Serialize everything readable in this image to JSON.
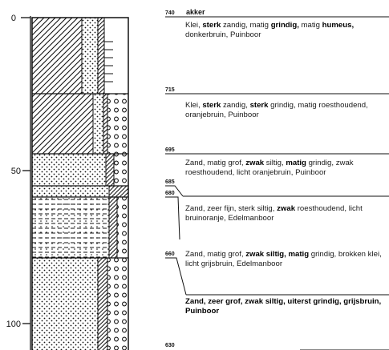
{
  "depth_axis": {
    "ticks": [
      {
        "label": "0",
        "value": 0
      },
      {
        "label": "50",
        "value": 50
      },
      {
        "label": "100",
        "value": 100
      }
    ]
  },
  "layer_codes": [
    {
      "code": "740"
    },
    {
      "code": "715"
    },
    {
      "code": "695"
    },
    {
      "code": "685"
    },
    {
      "code": "680"
    },
    {
      "code": "660"
    },
    {
      "code": "630"
    }
  ],
  "landuse": "akker",
  "descriptions": [
    {
      "id": "d1",
      "segments": [
        {
          "t": "Klei, ",
          "b": false
        },
        {
          "t": "sterk",
          "b": true
        },
        {
          "t": " zandig, matig ",
          "b": false
        },
        {
          "t": "grindig,",
          "b": true
        },
        {
          "t": " matig ",
          "b": false
        },
        {
          "t": "humeus,",
          "b": true
        },
        {
          "t": " donkerbruin, Puinboor",
          "b": false
        }
      ]
    },
    {
      "id": "d2",
      "segments": [
        {
          "t": "Klei, ",
          "b": false
        },
        {
          "t": "sterk",
          "b": true
        },
        {
          "t": " zandig, ",
          "b": false
        },
        {
          "t": "sterk",
          "b": true
        },
        {
          "t": " grindig, matig roesthoudend, oranjebruin, Puinboor",
          "b": false
        }
      ]
    },
    {
      "id": "d3",
      "segments": [
        {
          "t": "Zand, matig grof, ",
          "b": false
        },
        {
          "t": "zwak",
          "b": true
        },
        {
          "t": " siltig, ",
          "b": false
        },
        {
          "t": "matig",
          "b": true
        },
        {
          "t": " grindig, zwak roesthoudend, licht oranjebruin, Puinboor",
          "b": false
        }
      ]
    },
    {
      "id": "d4",
      "segments": [
        {
          "t": "Zand, zeer fijn, sterk siltig, ",
          "b": false
        },
        {
          "t": "zwak",
          "b": true
        },
        {
          "t": " roesthoudend, licht bruinoranje, Edelmanboor",
          "b": false
        }
      ]
    },
    {
      "id": "d5",
      "segments": [
        {
          "t": "Zand, matig grof, ",
          "b": false
        },
        {
          "t": "zwak siltig, matig",
          "b": true
        },
        {
          "t": " grindig, brokken klei, licht grijsbruin, Edelmanboor",
          "b": false
        }
      ]
    },
    {
      "id": "d6",
      "segments": [
        {
          "t": "Zand, zeer grof, zwak siltig, uiterst grindig, grijsbruin, Puinboor",
          "b": true
        }
      ]
    }
  ],
  "colors": {
    "ink": "#111111",
    "paper": "#ffffff"
  }
}
